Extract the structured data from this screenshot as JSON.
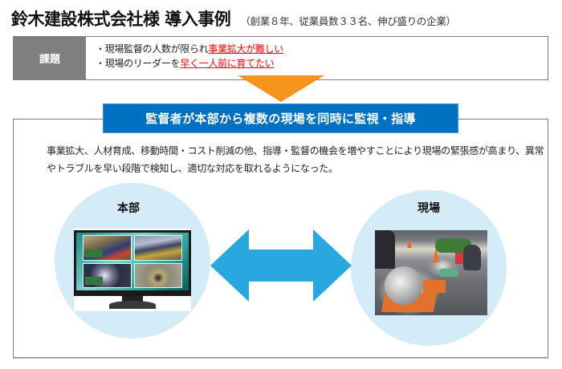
{
  "header": {
    "title": "鈴木建設株式会社様 導入事例",
    "subtitle": "（創業８年、従業員数３３名、伸び盛りの企業）"
  },
  "issue": {
    "label": "課題",
    "items": [
      {
        "prefix": "・現場監督の人数が限られ",
        "highlight": "事業拡大が難しい"
      },
      {
        "prefix": "・現場のリーダーを",
        "highlight": "早く一人前に育てたい"
      }
    ]
  },
  "solution": {
    "banner": "監督者が本部から複数の現場を同時に監視・指導",
    "description": "事業拡大、人材育成、移動時間・コスト削減の他、指導・監督の機会を増やすことにより現場の緊張感が高まり、異常やトラブルを早い段階で検知し、適切な対応を取れるようになった。"
  },
  "diagram": {
    "left_label": "本部",
    "right_label": "現場",
    "left_image": "monitor-with-4-camera-feeds",
    "right_image": "construction-site-photo"
  },
  "colors": {
    "issue_label_bg": "#7f7f7f",
    "highlight_red": "#ff0000",
    "arrow_orange": "#f7941d",
    "banner_blue": "#0070c0",
    "circle_fill": "#d4ebf8",
    "double_arrow": "#29a8e0"
  }
}
